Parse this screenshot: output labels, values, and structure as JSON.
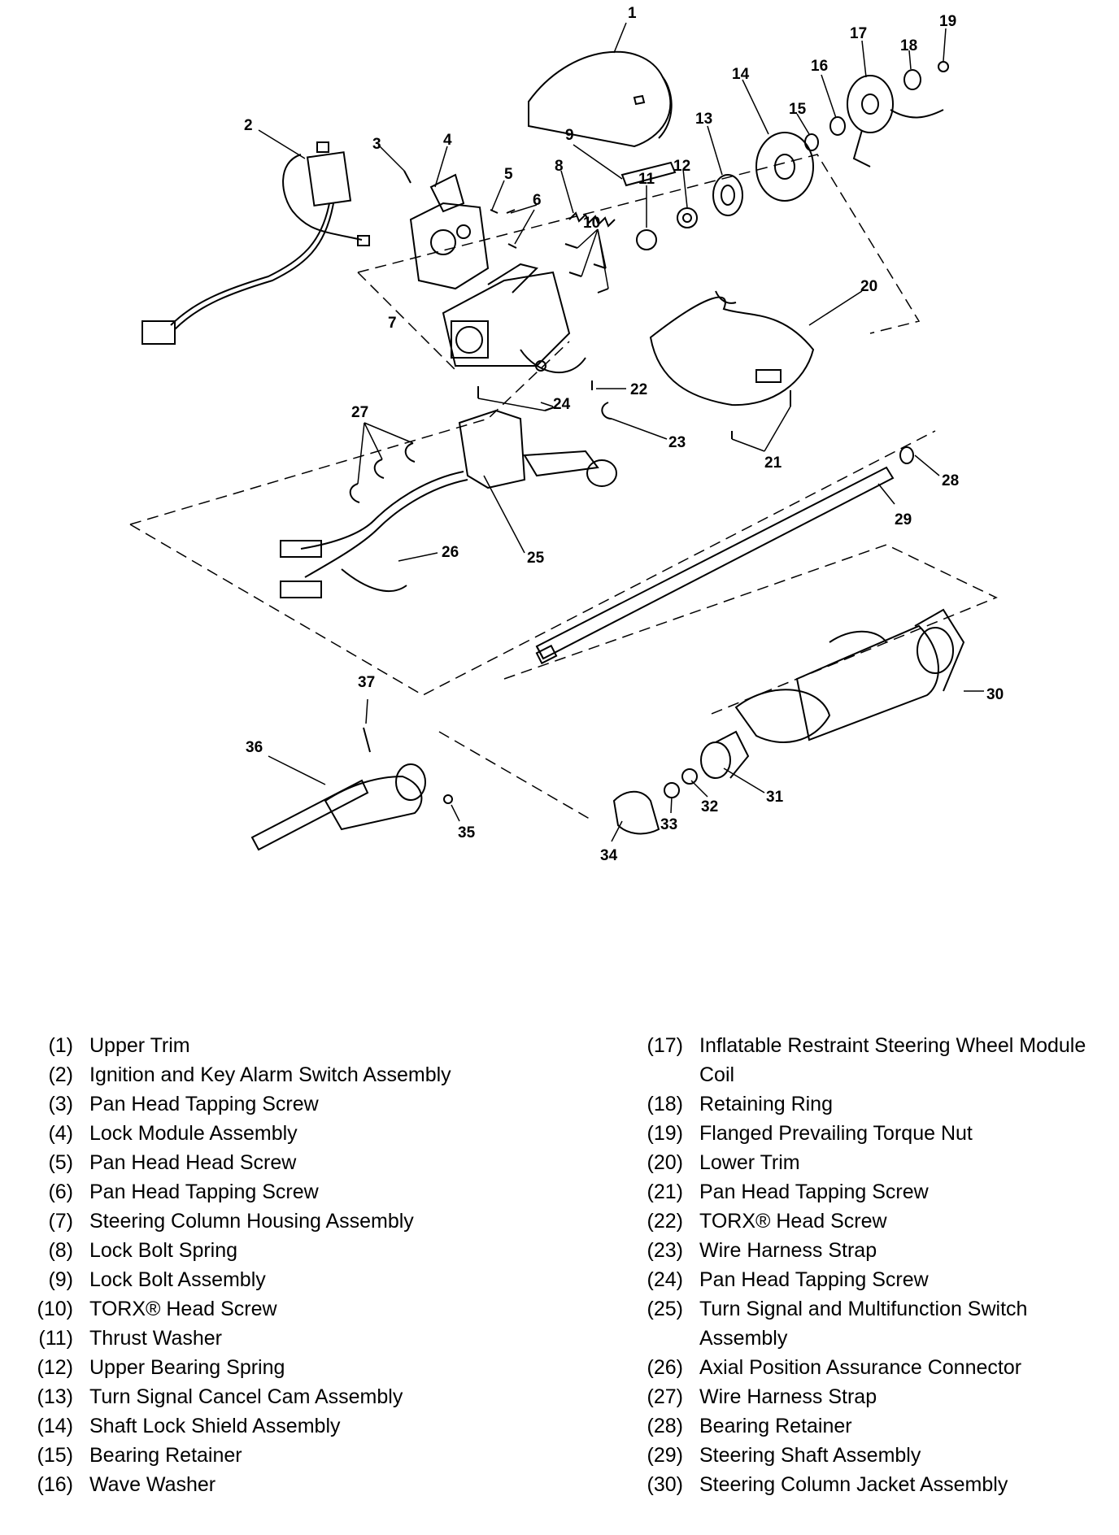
{
  "parts": [
    {
      "num": "1",
      "label_num": "(1)",
      "name": "Upper Trim"
    },
    {
      "num": "2",
      "label_num": "(2)",
      "name": "Ignition and Key Alarm Switch Assembly"
    },
    {
      "num": "3",
      "label_num": "(3)",
      "name": "Pan Head Tapping Screw"
    },
    {
      "num": "4",
      "label_num": "(4)",
      "name": "Lock Module Assembly"
    },
    {
      "num": "5",
      "label_num": "(5)",
      "name": "Pan Head Head Screw"
    },
    {
      "num": "6",
      "label_num": "(6)",
      "name": "Pan Head Tapping Screw"
    },
    {
      "num": "7",
      "label_num": "(7)",
      "name": "Steering Column Housing Assembly"
    },
    {
      "num": "8",
      "label_num": "(8)",
      "name": "Lock Bolt Spring"
    },
    {
      "num": "9",
      "label_num": "(9)",
      "name": "Lock Bolt Assembly"
    },
    {
      "num": "10",
      "label_num": "(10)",
      "name": "TORX® Head Screw"
    },
    {
      "num": "11",
      "label_num": "(11)",
      "name": "Thrust Washer"
    },
    {
      "num": "12",
      "label_num": "(12)",
      "name": "Upper Bearing Spring"
    },
    {
      "num": "13",
      "label_num": "(13)",
      "name": "Turn Signal Cancel Cam Assembly"
    },
    {
      "num": "14",
      "label_num": "(14)",
      "name": "Shaft Lock Shield Assembly"
    },
    {
      "num": "15",
      "label_num": "(15)",
      "name": "Bearing Retainer"
    },
    {
      "num": "16",
      "label_num": "(16)",
      "name": "Wave Washer"
    },
    {
      "num": "17",
      "label_num": "(17)",
      "name": "Inflatable Restraint Steering Wheel Module Coil"
    },
    {
      "num": "18",
      "label_num": "(18)",
      "name": "Retaining Ring"
    },
    {
      "num": "19",
      "label_num": "(19)",
      "name": "Flanged Prevailing Torque Nut"
    },
    {
      "num": "20",
      "label_num": "(20)",
      "name": "Lower Trim"
    },
    {
      "num": "21",
      "label_num": "(21)",
      "name": "Pan Head Tapping Screw"
    },
    {
      "num": "22",
      "label_num": "(22)",
      "name": "TORX® Head Screw"
    },
    {
      "num": "23",
      "label_num": "(23)",
      "name": "Wire Harness Strap"
    },
    {
      "num": "24",
      "label_num": "(24)",
      "name": "Pan Head Tapping Screw"
    },
    {
      "num": "25",
      "label_num": "(25)",
      "name": "Turn Signal and Multifunction Switch Assembly"
    },
    {
      "num": "26",
      "label_num": "(26)",
      "name": "Axial Position Assurance Connector"
    },
    {
      "num": "27",
      "label_num": "(27)",
      "name": "Wire Harness Strap"
    },
    {
      "num": "28",
      "label_num": "(28)",
      "name": "Bearing Retainer"
    },
    {
      "num": "29",
      "label_num": "(29)",
      "name": "Steering Shaft Assembly"
    },
    {
      "num": "30",
      "label_num": "(30)",
      "name": "Steering Column Jacket Assembly"
    }
  ],
  "callouts_extra": [
    "31",
    "32",
    "33",
    "34",
    "35",
    "36",
    "37"
  ]
}
